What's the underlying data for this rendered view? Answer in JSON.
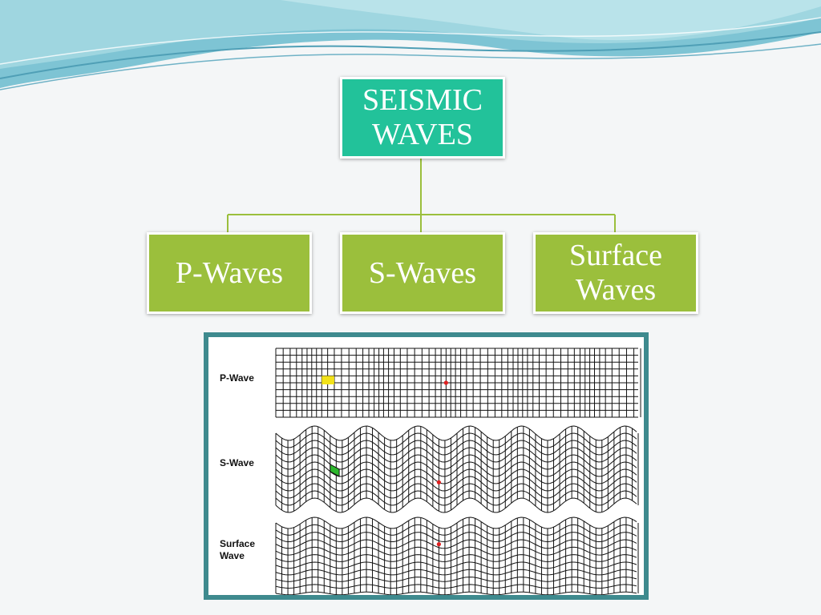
{
  "diagram": {
    "root": {
      "label": "SEISMIC\nWAVES"
    },
    "children": [
      {
        "label": "P-Waves"
      },
      {
        "label": "S-Waves"
      },
      {
        "label": "Surface\nWaves"
      }
    ]
  },
  "figure": {
    "rows": [
      {
        "label": "P-Wave"
      },
      {
        "label": "S-Wave"
      },
      {
        "label": "Surface\nWave"
      }
    ]
  },
  "colors": {
    "root_fill": "#22c29a",
    "child_fill": "#9bbf3c",
    "connector": "#9bbf3c",
    "figure_border": "#3e8a8e",
    "highlight_p": "#f2e21a",
    "highlight_s": "#2db82d",
    "marker": "#e02020"
  }
}
